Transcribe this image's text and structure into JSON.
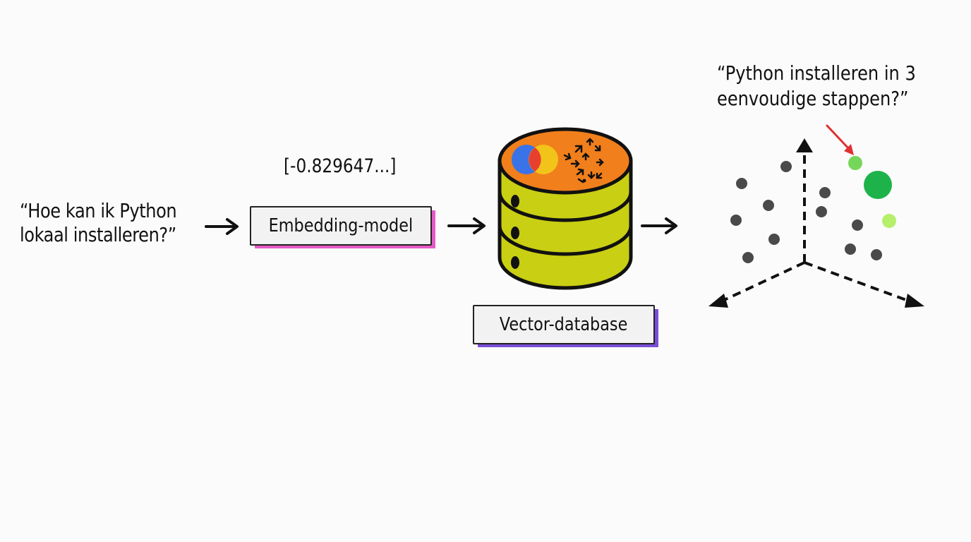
{
  "query": {
    "line1": "“Hoe kan ik Python",
    "line2": "lokaal installeren?”"
  },
  "vector_value": "[-0.829647...]",
  "embedding_label": "Embedding-model",
  "database_label": "Vector-database",
  "result": {
    "line1": "“Python installeren in 3",
    "line2": "eenvoudige stappen?”"
  },
  "colors": {
    "db_top": "#f07f1c",
    "db_body": "#c9cf12",
    "embedding_accent": "#e45bc8",
    "database_accent": "#7a4fd8",
    "point_gray": "#4a4a4a",
    "point_match": "#1eb34a",
    "point_near": "#76d65a",
    "point_light": "#b6ef6a",
    "pointer_red": "#e03030"
  },
  "icons": [
    "arrow-right-icon",
    "database-icon",
    "venn-logo-icon",
    "arrow-swarm-icon",
    "3d-axes-icon"
  ]
}
